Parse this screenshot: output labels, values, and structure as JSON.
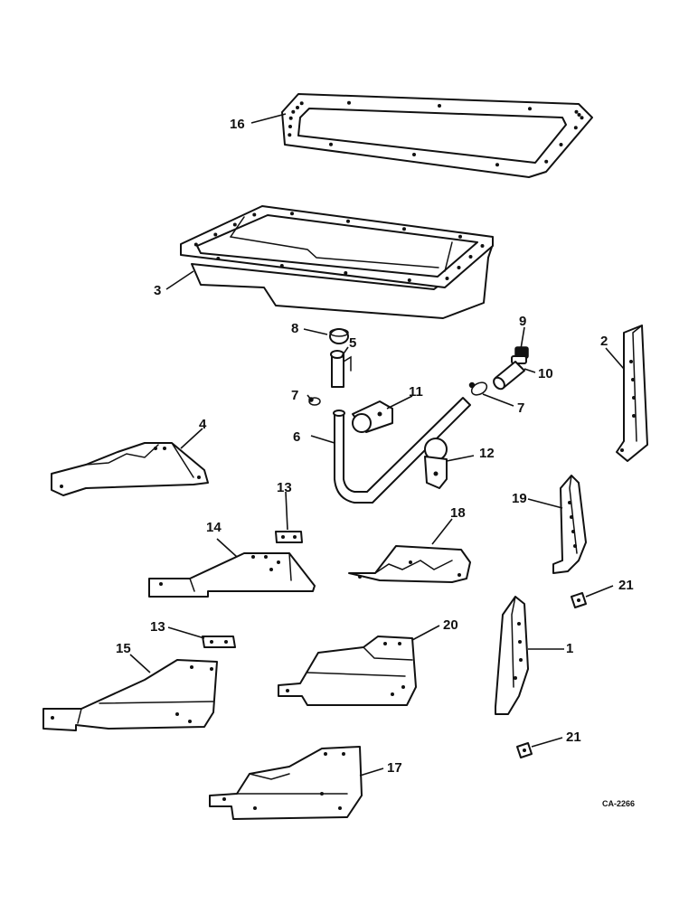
{
  "diagram": {
    "drawing_ref": "CA-2266",
    "callouts": [
      "16",
      "3",
      "8",
      "5",
      "9",
      "2",
      "11",
      "10",
      "7",
      "7",
      "4",
      "6",
      "12",
      "13",
      "19",
      "14",
      "18",
      "21",
      "13",
      "20",
      "15",
      "1",
      "21",
      "17"
    ]
  },
  "colors": {
    "ink": "#111111",
    "paper": "#ffffff"
  }
}
